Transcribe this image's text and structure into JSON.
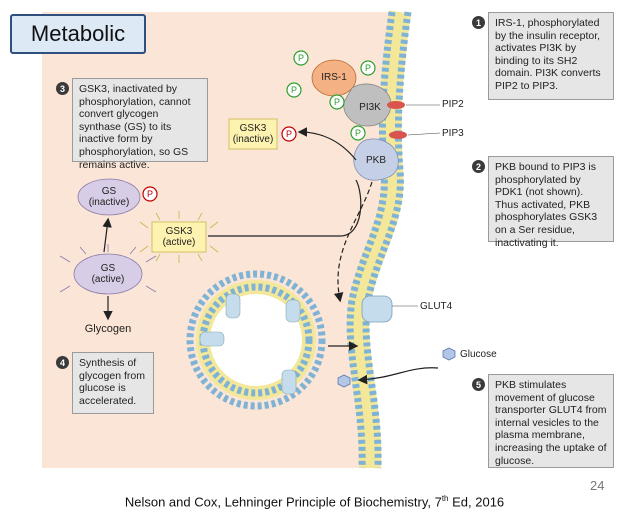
{
  "title": "Metabolic",
  "page_number": "24",
  "citation": {
    "prefix": "Nelson and Cox, Lehninger Principle of Biochemistry, 7",
    "sup": "th",
    "suffix": " Ed, 2016"
  },
  "steps": [
    {
      "num": "1",
      "text": "IRS-1, phosphorylated by the insulin receptor, activates PI3K by binding to its SH2 domain. PI3K converts PIP2 to PIP3."
    },
    {
      "num": "2",
      "text": "PKB bound to PIP3 is phosphorylated by PDK1 (not shown). Thus activated, PKB phosphorylates GSK3 on a Ser residue, inactivating it."
    },
    {
      "num": "3",
      "text": "GSK3, inactivated by phosphorylation, cannot convert glycogen synthase (GS) to its inactive form by phosphorylation, so GS remains active."
    },
    {
      "num": "4",
      "text": "Synthesis of glycogen from glucose is accelerated."
    },
    {
      "num": "5",
      "text": "PKB stimulates movement of glucose transporter GLUT4 from internal vesicles to the plasma membrane, increasing the uptake of glucose."
    }
  ],
  "labels": {
    "irs1": "IRS-1",
    "pi3k": "PI3K",
    "pkb": "PKB",
    "pip2": "PIP2",
    "pip3": "PIP3",
    "gsk3_inactive_1": "GSK3",
    "gsk3_inactive_2": "(inactive)",
    "gsk3_active_1": "GSK3",
    "gsk3_active_2": "(active)",
    "gs_inactive_1": "GS",
    "gs_inactive_2": "(inactive)",
    "gs_active_1": "GS",
    "gs_active_2": "(active)",
    "glycogen": "Glycogen",
    "glut4": "GLUT4",
    "glucose": "Glucose",
    "p": "P"
  },
  "colors": {
    "cytoplasm": "#fbe5d6",
    "membrane_head": "#b9d8ec",
    "membrane_tail": "#f3e79a",
    "irs1": "#f4b183",
    "pi3k": "#bfbfbf",
    "pkb": "#c5cfe6",
    "gsk3": "#fdf2b0",
    "gs": "#d7cde6",
    "phosphate": "#c00000",
    "phosphate_green": "#2e9e2e",
    "glucose": "#b4c6e7"
  }
}
